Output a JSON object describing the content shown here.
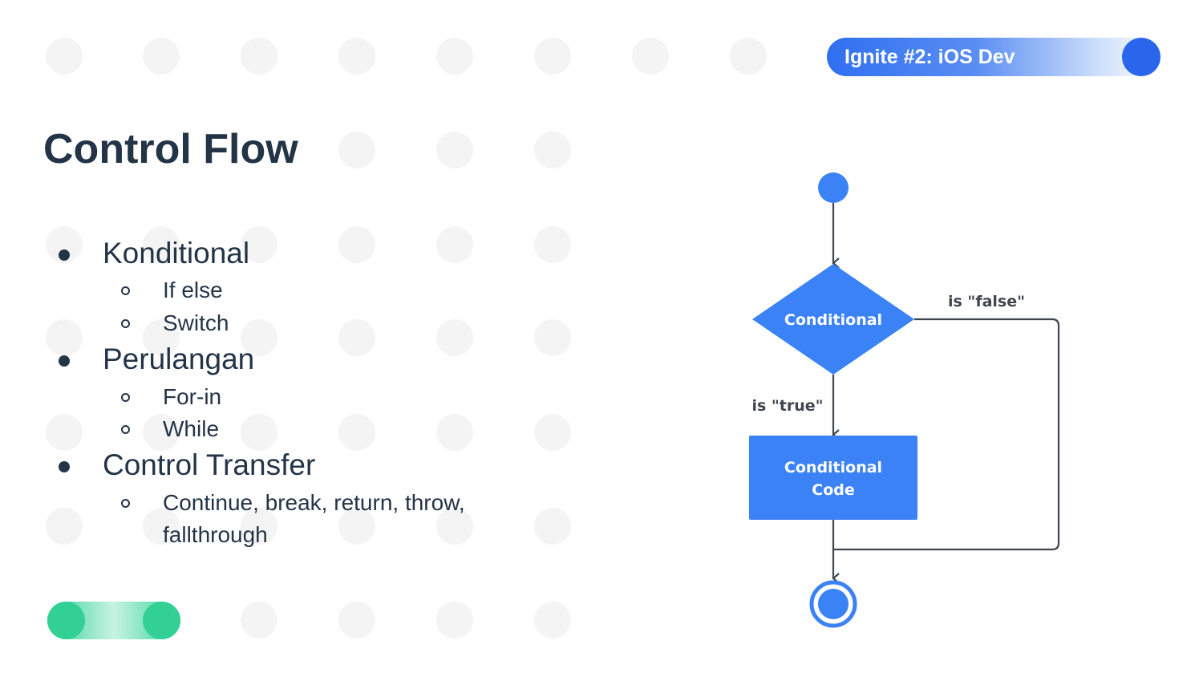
{
  "header": {
    "badge_text": "Ignite #2: iOS Dev"
  },
  "title": "Control Flow",
  "outline": {
    "section1": {
      "label": "Konditional",
      "items": [
        "If else",
        "Switch"
      ]
    },
    "section2": {
      "label": "Perulangan",
      "items": [
        "For-in",
        "While"
      ]
    },
    "section3": {
      "label": "Control Transfer",
      "items_line1": "Continue, break, return, throw,",
      "items_line2": "fallthrough"
    }
  },
  "flowchart": {
    "decision_label": "Conditional",
    "false_label": "is \"false\"",
    "true_label": "is \"true\"",
    "process_label_line1": "Conditional",
    "process_label_line2": "Code"
  },
  "colors": {
    "accent_blue": "#3b82f6",
    "badge_blue": "#2a66ec",
    "accent_green": "#33d096",
    "text_dark": "#243447",
    "line_dark": "#3f4650"
  }
}
